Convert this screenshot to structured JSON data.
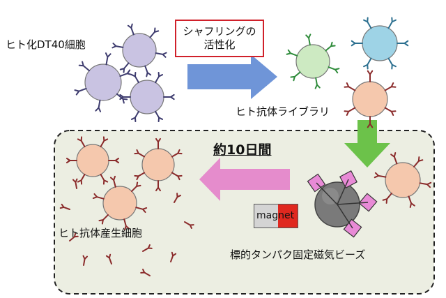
{
  "labels": {
    "source_cells": "ヒト化DT40細胞",
    "shuffle_line1": "シャフリングの",
    "shuffle_line2": "活性化",
    "library": "ヒト抗体ライブラリ",
    "duration": "約10日間",
    "producing_cells": "ヒト抗体産生細胞",
    "beads": "標的タンパク固定磁気ビーズ",
    "magnet_part1": "mag",
    "magnet_part2": "net"
  },
  "colors": {
    "dt40_cell": "#c9c3e2",
    "dt40_antibody": "#3d3b6e",
    "lib_green": "#cdeac2",
    "lib_green_ab": "#2e8b3a",
    "lib_blue": "#9ed3e6",
    "lib_blue_ab": "#2b6f8f",
    "lib_orange": "#f5c8ad",
    "lib_orange_ab": "#8a2a2a",
    "arrow_blue": "#6f95d8",
    "arrow_green": "#6cc24a",
    "arrow_pink": "#e58ccc",
    "panel_bg": "#eceee2",
    "bead": "#7a7a7a",
    "bead_antigen": "#e88ad6"
  }
}
